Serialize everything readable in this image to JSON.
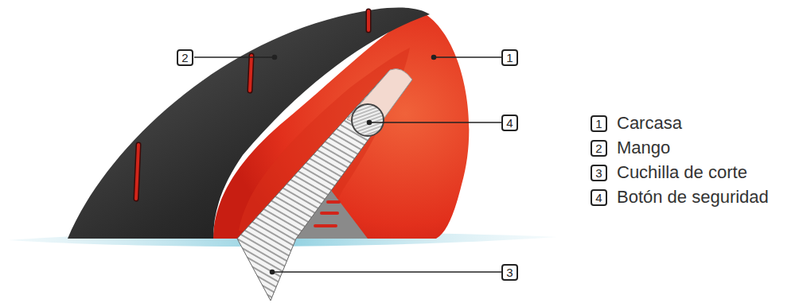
{
  "diagram": {
    "nodes": [
      {
        "text": [
          "2"
        ]
      },
      {
        "text": [
          "1"
        ]
      },
      {
        "text": [
          "4"
        ]
      },
      {
        "text": [
          "3"
        ]
      },
      {
        "text": [
          "1",
          "Carcasa"
        ]
      },
      {
        "text": [
          "2",
          "Mango"
        ]
      },
      {
        "text": [
          "3",
          "Cuchilla de corte"
        ]
      },
      {
        "text": [
          "4",
          "Botón de seguridad"
        ]
      }
    ]
  }
}
